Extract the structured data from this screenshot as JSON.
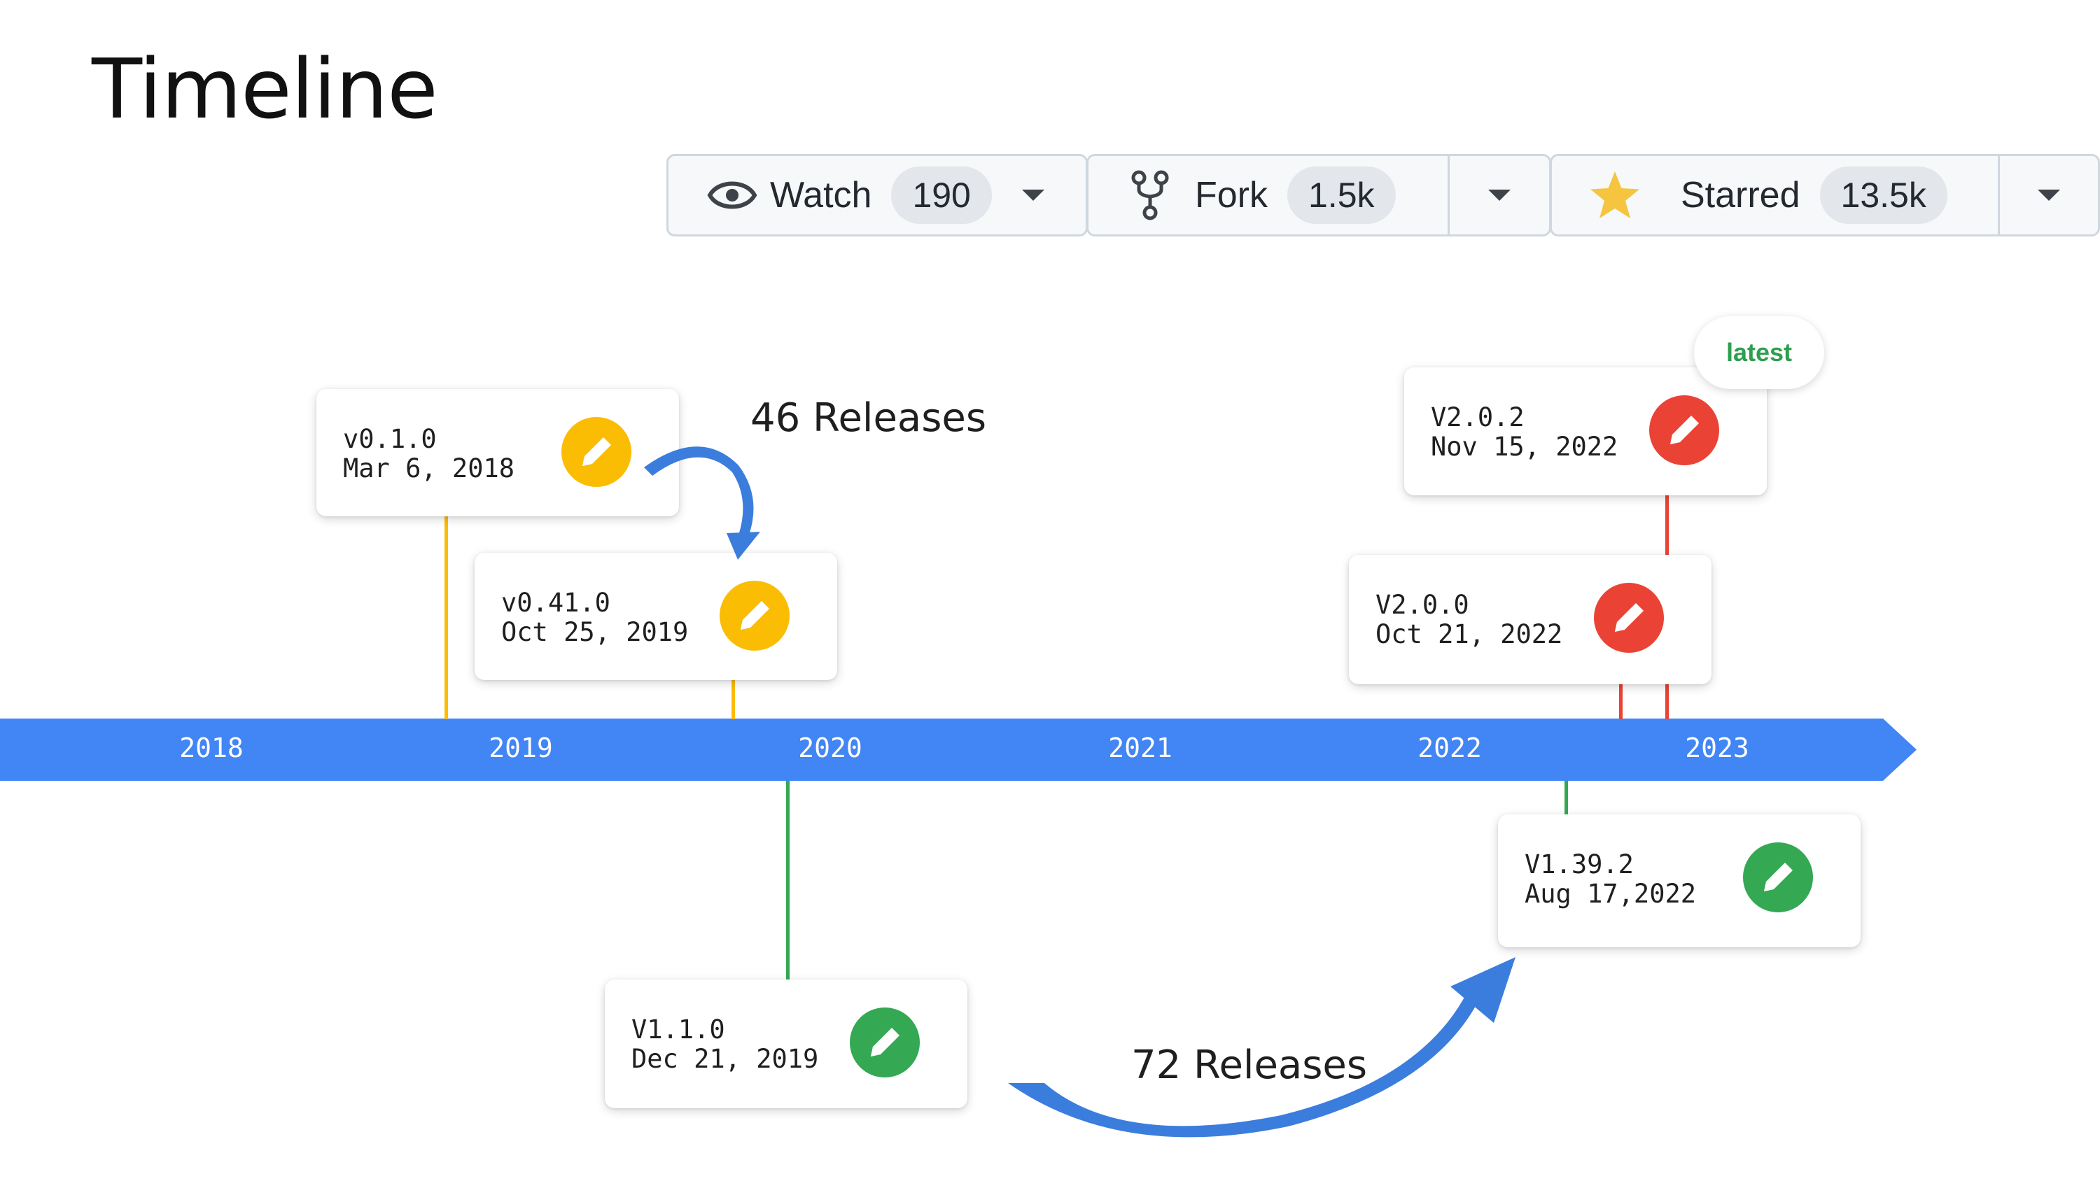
{
  "title": "Timeline",
  "github": {
    "watch": {
      "label": "Watch",
      "count": "190"
    },
    "fork": {
      "label": "Fork",
      "count": "1.5k"
    },
    "star": {
      "label": "Starred",
      "count": "13.5k"
    }
  },
  "timeline": {
    "years": [
      "2018",
      "2019",
      "2020",
      "2021",
      "2022",
      "2023"
    ],
    "bar_color": "#4285f4"
  },
  "releases": [
    {
      "version": "v0.1.0",
      "date": "Mar 6, 2018",
      "color": "#fbbc04"
    },
    {
      "version": "v0.41.0",
      "date": "Oct 25, 2019",
      "color": "#fbbc04"
    },
    {
      "version": "V1.1.0",
      "date": "Dec 21, 2019",
      "color": "#34a853"
    },
    {
      "version": "V1.39.2",
      "date": "Aug 17,2022",
      "color": "#34a853"
    },
    {
      "version": "V2.0.0",
      "date": "Oct 21, 2022",
      "color": "#ea4335"
    },
    {
      "version": "V2.0.2",
      "date": "Nov 15, 2022",
      "color": "#ea4335"
    }
  ],
  "annotations": {
    "releases_46": "46 Releases",
    "releases_72": "72 Releases",
    "latest": "latest"
  },
  "icons": {
    "watch": "eye-icon",
    "fork": "fork-icon",
    "star": "star-icon",
    "edit": "pencil-icon",
    "dropdown": "caret-down-icon"
  }
}
